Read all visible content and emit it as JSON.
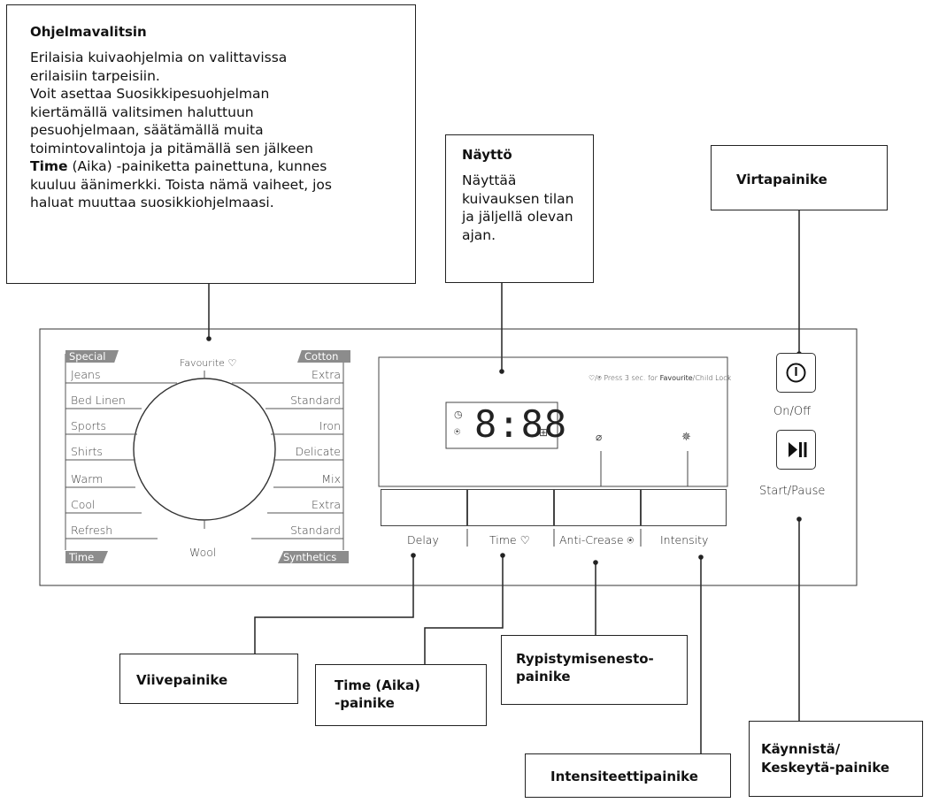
{
  "callouts": {
    "selector": {
      "title": "Ohjelmavalitsin",
      "lines": [
        "Erilaisia kuivaohjelmia on valittavissa",
        "erilaisiin tarpeisiin.",
        "Voit asettaa Suosikkipesuohjelman",
        "kiertämällä valitsimen haluttuun",
        "pesuohjelmaan, säätämällä muita",
        "toimintovalintoja ja pitämällä sen jälkeen"
      ],
      "time_bold": "Time",
      "time_rest": " (Aika) -painiketta painettuna, kunnes",
      "lines2": [
        "kuuluu äänimerkki. Toista nämä vaiheet, jos",
        "haluat muuttaa suosikkiohjelmaasi."
      ]
    },
    "display": {
      "title": "Näyttö",
      "lines": [
        "Näyttää",
        "kuivauksen tilan",
        "ja jäljellä olevan",
        "ajan."
      ]
    },
    "power": {
      "title": "Virtapainike"
    },
    "delay": {
      "title": "Viivepainike"
    },
    "time": {
      "line1": "Time (Aika)",
      "line2": "-painike"
    },
    "anticrease": {
      "line1": "Rypistymisenesto-",
      "line2": "painike"
    },
    "intensity": {
      "title": "Intensiteettipainike"
    },
    "startpause": {
      "line1": "Käynnistä/",
      "line2": "Keskeytä-painike"
    }
  },
  "dial": {
    "tags": {
      "special": "Special",
      "cotton": "Cotton",
      "time": "Time",
      "synthetics": "Synthetics"
    },
    "favourite": "Favourite",
    "left_programs": [
      "Jeans",
      "Bed Linen",
      "Sports",
      "Shirts",
      "Warm",
      "Cool",
      "Refresh"
    ],
    "right_programs": [
      "Extra",
      "Standard",
      "Iron",
      "Delicate",
      "Mix",
      "Extra",
      "Standard"
    ],
    "bottom": "Wool"
  },
  "display": {
    "digits": "8:88",
    "hint_icons": "♡/",
    "hint_text": "Press 3 sec. for ",
    "hint_bold": "Favourite",
    "hint_end": "/Child Lock"
  },
  "panel_buttons": {
    "delay": "Delay",
    "time": "Time",
    "anticrease": "Anti-Crease",
    "intensity": "Intensity"
  },
  "side_buttons": {
    "onoff": "On/Off",
    "startpause": "Start/Pause"
  },
  "icons": {
    "heart": "heart-icon",
    "child_lock": "child-lock-icon",
    "clock": "clock-icon",
    "leaf": "leaf-icon",
    "sun": "sun-icon",
    "grid": "grid-icon",
    "power": "power-icon",
    "play_pause": "play-pause-icon"
  }
}
